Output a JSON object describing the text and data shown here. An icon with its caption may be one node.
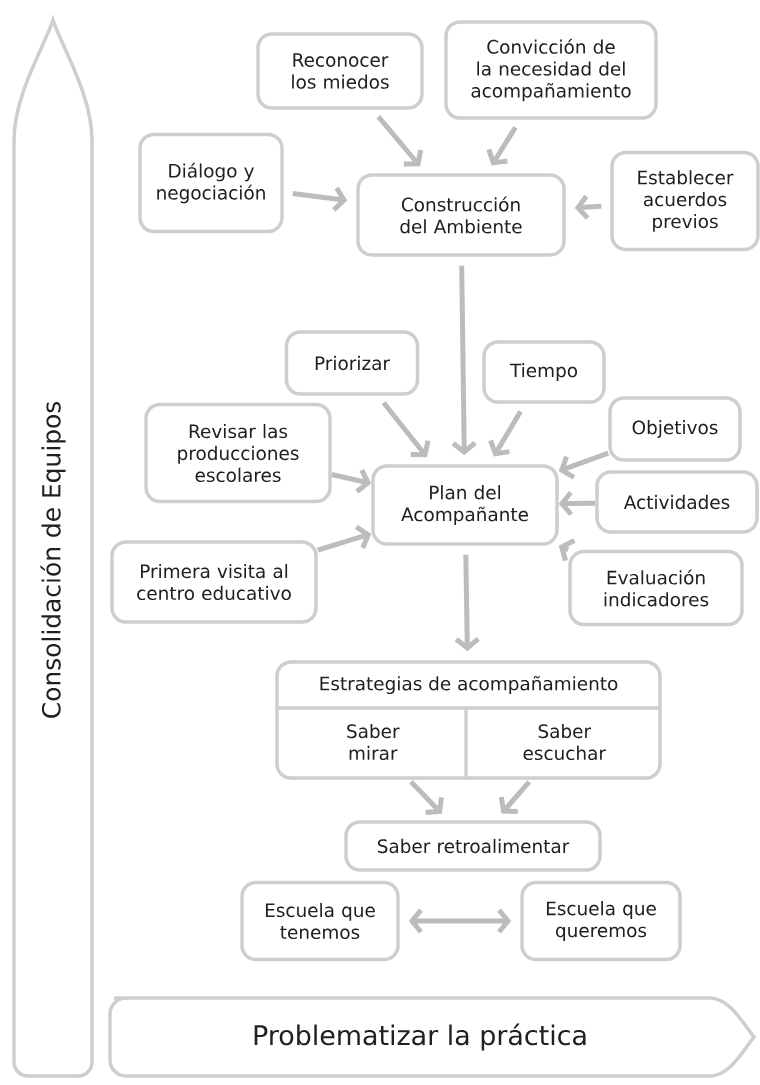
{
  "diagram": {
    "nodes": [
      {
        "text": [
          "Consolidación de Equipos"
        ]
      },
      {
        "text": [
          "Problematizar la práctica"
        ]
      },
      {
        "text": [
          "Reconocer los miedos"
        ]
      },
      {
        "text": [
          "Convicción de la necesidad del acompañamiento"
        ]
      },
      {
        "text": [
          "Diálogo y negociación"
        ]
      },
      {
        "text": [
          "Construcción del Ambiente"
        ]
      },
      {
        "text": [
          "Establecer acuerdos previos"
        ]
      },
      {
        "text": [
          "Priorizar"
        ]
      },
      {
        "text": [
          "Tiempo"
        ]
      },
      {
        "text": [
          "Revisar las producciones escolares"
        ]
      },
      {
        "text": [
          "Objetivos"
        ]
      },
      {
        "text": [
          "Plan del Acompañante"
        ]
      },
      {
        "text": [
          "Actividades"
        ]
      },
      {
        "text": [
          "Primera visita al centro educativo"
        ]
      },
      {
        "text": [
          "Evaluación indicadores"
        ]
      },
      {
        "text": [
          "Estrategias de acompañamiento"
        ]
      },
      {
        "text": [
          "Saber mirar"
        ],
        "in": 15
      },
      {
        "text": [
          "Saber escuchar"
        ],
        "in": 15
      },
      {
        "text": [
          "Saber retroalimentar"
        ]
      },
      {
        "text": [
          "Escuela que tenemos"
        ]
      },
      {
        "text": [
          "Escuela que queremos"
        ]
      }
    ],
    "edges": [
      {
        "from": 2,
        "to": 5,
        "arrow": "to"
      },
      {
        "from": 3,
        "to": 5,
        "arrow": "to"
      },
      {
        "from": 4,
        "to": 5,
        "arrow": "to"
      },
      {
        "from": 6,
        "to": 5,
        "arrow": "to"
      },
      {
        "from": 5,
        "to": 11,
        "arrow": "to"
      },
      {
        "from": 7,
        "to": 11,
        "arrow": "to"
      },
      {
        "from": 8,
        "to": 11,
        "arrow": "to"
      },
      {
        "from": 9,
        "to": 11,
        "arrow": "to"
      },
      {
        "from": 10,
        "to": 11,
        "arrow": "to"
      },
      {
        "from": 12,
        "to": 11,
        "arrow": "to"
      },
      {
        "from": 13,
        "to": 11,
        "arrow": "to"
      },
      {
        "from": 14,
        "to": 11,
        "arrow": "to"
      },
      {
        "from": 11,
        "to": 15,
        "arrow": "to"
      },
      {
        "from": 16,
        "to": 18,
        "arrow": "to"
      },
      {
        "from": 17,
        "to": 18,
        "arrow": "to"
      },
      {
        "from": 19,
        "to": 20,
        "arrow": "both"
      }
    ]
  }
}
